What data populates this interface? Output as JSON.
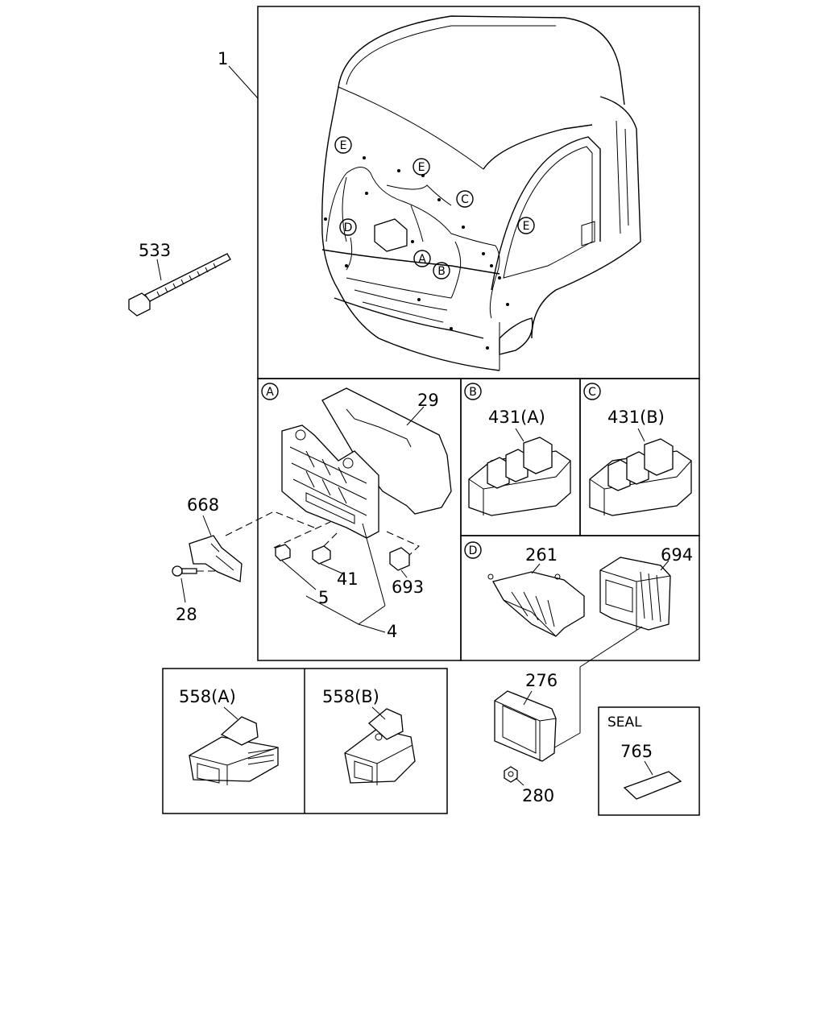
{
  "diagram": {
    "callouts": {
      "harness": "1",
      "cable_tie": "533",
      "cover": "29",
      "bracket": "668",
      "bolt": "28",
      "fuse": "5",
      "fuse_small": "41",
      "fuse_group": "4",
      "relay_small": "693",
      "relay_a": "431(A)",
      "relay_b": "431(B)",
      "case_cover": "261",
      "unit": "694",
      "ecu": "276",
      "nut": "280",
      "connector_a": "558(A)",
      "connector_b": "558(B)",
      "seal_part": "765"
    },
    "markers": {
      "A": "A",
      "B": "B",
      "C": "C",
      "D": "D",
      "E": "E"
    },
    "seal_title": "SEAL"
  }
}
